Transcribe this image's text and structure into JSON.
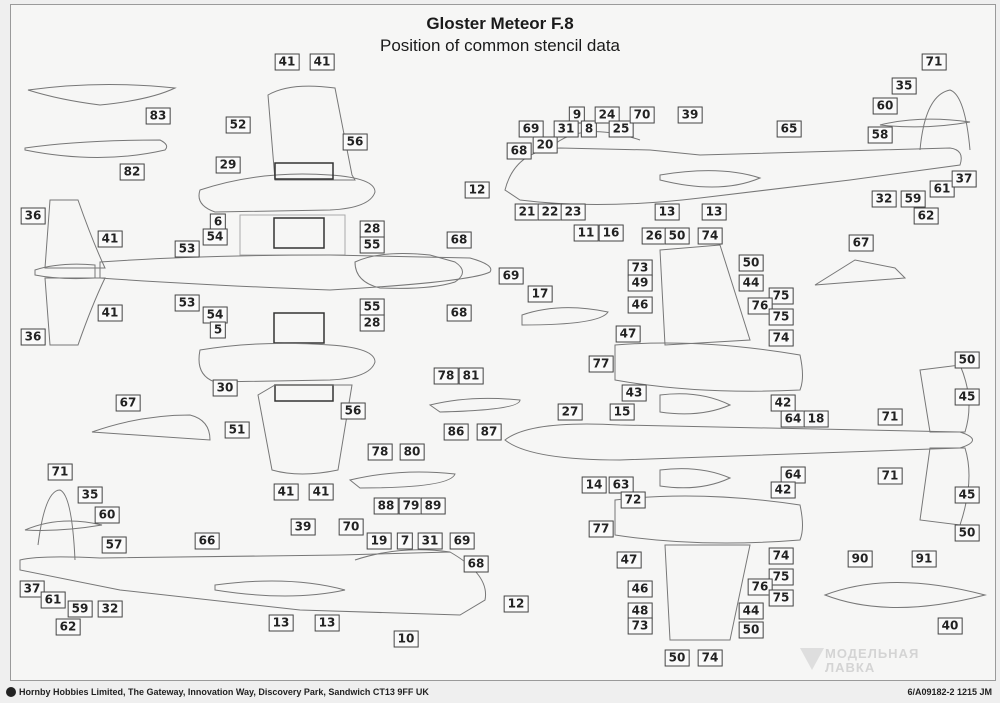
{
  "header": {
    "title": "Gloster Meteor F.8",
    "subtitle": "Position of common stencil data"
  },
  "footer": {
    "publisher": "Hornby Hobbies Limited, The Gateway, Innovation Way, Discovery Park, Sandwich CT13 9FF UK",
    "sheet_code": "6/A09182-2 1215 JM"
  },
  "watermark": {
    "line1": "МОДЕЛЬНАЯ",
    "line2": "ЛАВКА"
  },
  "views": [
    {
      "name": "upper-plan-view",
      "callouts": [
        "41",
        "41",
        "52",
        "56",
        "29",
        "6",
        "54",
        "53",
        "28",
        "55",
        "55",
        "53",
        "54",
        "5",
        "28",
        "68",
        "68",
        "69",
        "36",
        "41",
        "41",
        "36",
        "30",
        "56",
        "51",
        "41",
        "41"
      ]
    },
    {
      "name": "aileron-details",
      "callouts": [
        "83",
        "82"
      ]
    },
    {
      "name": "starboard-side-view",
      "callouts": [
        "9",
        "8",
        "24",
        "25",
        "70",
        "31",
        "69",
        "20",
        "68",
        "12",
        "21",
        "22",
        "23",
        "11",
        "16",
        "39",
        "13",
        "13",
        "65",
        "71",
        "35",
        "60",
        "58",
        "32",
        "59",
        "61",
        "62",
        "37"
      ]
    },
    {
      "name": "lower-plan-view",
      "callouts": [
        "26",
        "50",
        "74",
        "73",
        "49",
        "46",
        "47",
        "50",
        "44",
        "75",
        "76",
        "75",
        "74",
        "77",
        "43",
        "15",
        "27",
        "14",
        "63",
        "72",
        "42",
        "64",
        "18",
        "64",
        "42",
        "77",
        "71",
        "71",
        "50",
        "45",
        "45",
        "50",
        "47",
        "46",
        "48",
        "73",
        "50",
        "74",
        "74",
        "75",
        "76",
        "75",
        "44",
        "50"
      ]
    },
    {
      "name": "canopy-views",
      "callouts": [
        "67",
        "67"
      ]
    },
    {
      "name": "tank-views",
      "callouts": [
        "17",
        "78",
        "81",
        "86",
        "87",
        "78",
        "80",
        "88",
        "79",
        "89",
        "90",
        "91",
        "40"
      ]
    },
    {
      "name": "port-side-view",
      "callouts": [
        "71",
        "35",
        "60",
        "57",
        "37",
        "61",
        "59",
        "62",
        "32",
        "66",
        "39",
        "13",
        "13",
        "70",
        "19",
        "7",
        "31",
        "69",
        "68",
        "12",
        "10"
      ]
    }
  ],
  "labels": {
    "c1": "41",
    "c2": "41",
    "c3": "52",
    "c4": "56",
    "c5": "29",
    "c6": "6",
    "c7": "54",
    "c8": "53",
    "c9": "28",
    "c10": "55",
    "c11": "55",
    "c12": "53",
    "c13": "54",
    "c14": "5",
    "c15": "28",
    "c16": "68",
    "c17": "68",
    "c18": "69",
    "c19": "36",
    "c20": "41",
    "c21": "41",
    "c22": "36",
    "c23": "30",
    "c24": "56",
    "c25": "51",
    "c26": "41",
    "c27": "41",
    "c28": "83",
    "c29": "82",
    "c30": "9",
    "c31": "8",
    "c32": "24",
    "c33": "25",
    "c34": "70",
    "c35": "31",
    "c36": "69",
    "c37": "20",
    "c38": "68",
    "c39": "12",
    "c40": "21",
    "c41": "22",
    "c42": "23",
    "c43": "11",
    "c44": "16",
    "c45": "39",
    "c46": "13",
    "c47": "13",
    "c48": "65",
    "c49": "71",
    "c50": "35",
    "c51": "60",
    "c52": "58",
    "c53": "32",
    "c54": "59",
    "c55": "61",
    "c56": "62",
    "c57": "37",
    "c58": "26",
    "c59": "50",
    "c60": "74",
    "c61": "73",
    "c62": "49",
    "c63": "46",
    "c64": "47",
    "c65": "50",
    "c66": "44",
    "c67": "75",
    "c68": "76",
    "c69": "75",
    "c70": "74",
    "c71": "77",
    "c72": "43",
    "c73": "15",
    "c74": "27",
    "c75": "14",
    "c76": "63",
    "c77": "72",
    "c78": "42",
    "c79": "64",
    "c80": "18",
    "c81": "64",
    "c82": "42",
    "c83": "77",
    "c84": "71",
    "c85": "71",
    "c86": "50",
    "c87": "45",
    "c88": "45",
    "c89": "50",
    "c90": "47",
    "c91": "46",
    "c92": "48",
    "c93": "73",
    "c94": "50",
    "c95": "74",
    "c96": "74",
    "c97": "75",
    "c98": "76",
    "c99": "75",
    "c100": "44",
    "c101": "50",
    "c102": "67",
    "c103": "67",
    "c104": "17",
    "c105": "78",
    "c106": "81",
    "c107": "86",
    "c108": "87",
    "c109": "78",
    "c110": "80",
    "c111": "88",
    "c112": "79",
    "c113": "89",
    "c114": "90",
    "c115": "91",
    "c116": "40",
    "c117": "71",
    "c118": "35",
    "c119": "60",
    "c120": "57",
    "c121": "37",
    "c122": "61",
    "c123": "59",
    "c124": "62",
    "c125": "32",
    "c126": "66",
    "c127": "39",
    "c128": "13",
    "c129": "13",
    "c130": "70",
    "c131": "19",
    "c132": "7",
    "c133": "31",
    "c134": "69",
    "c135": "68",
    "c136": "12",
    "c137": "10"
  }
}
